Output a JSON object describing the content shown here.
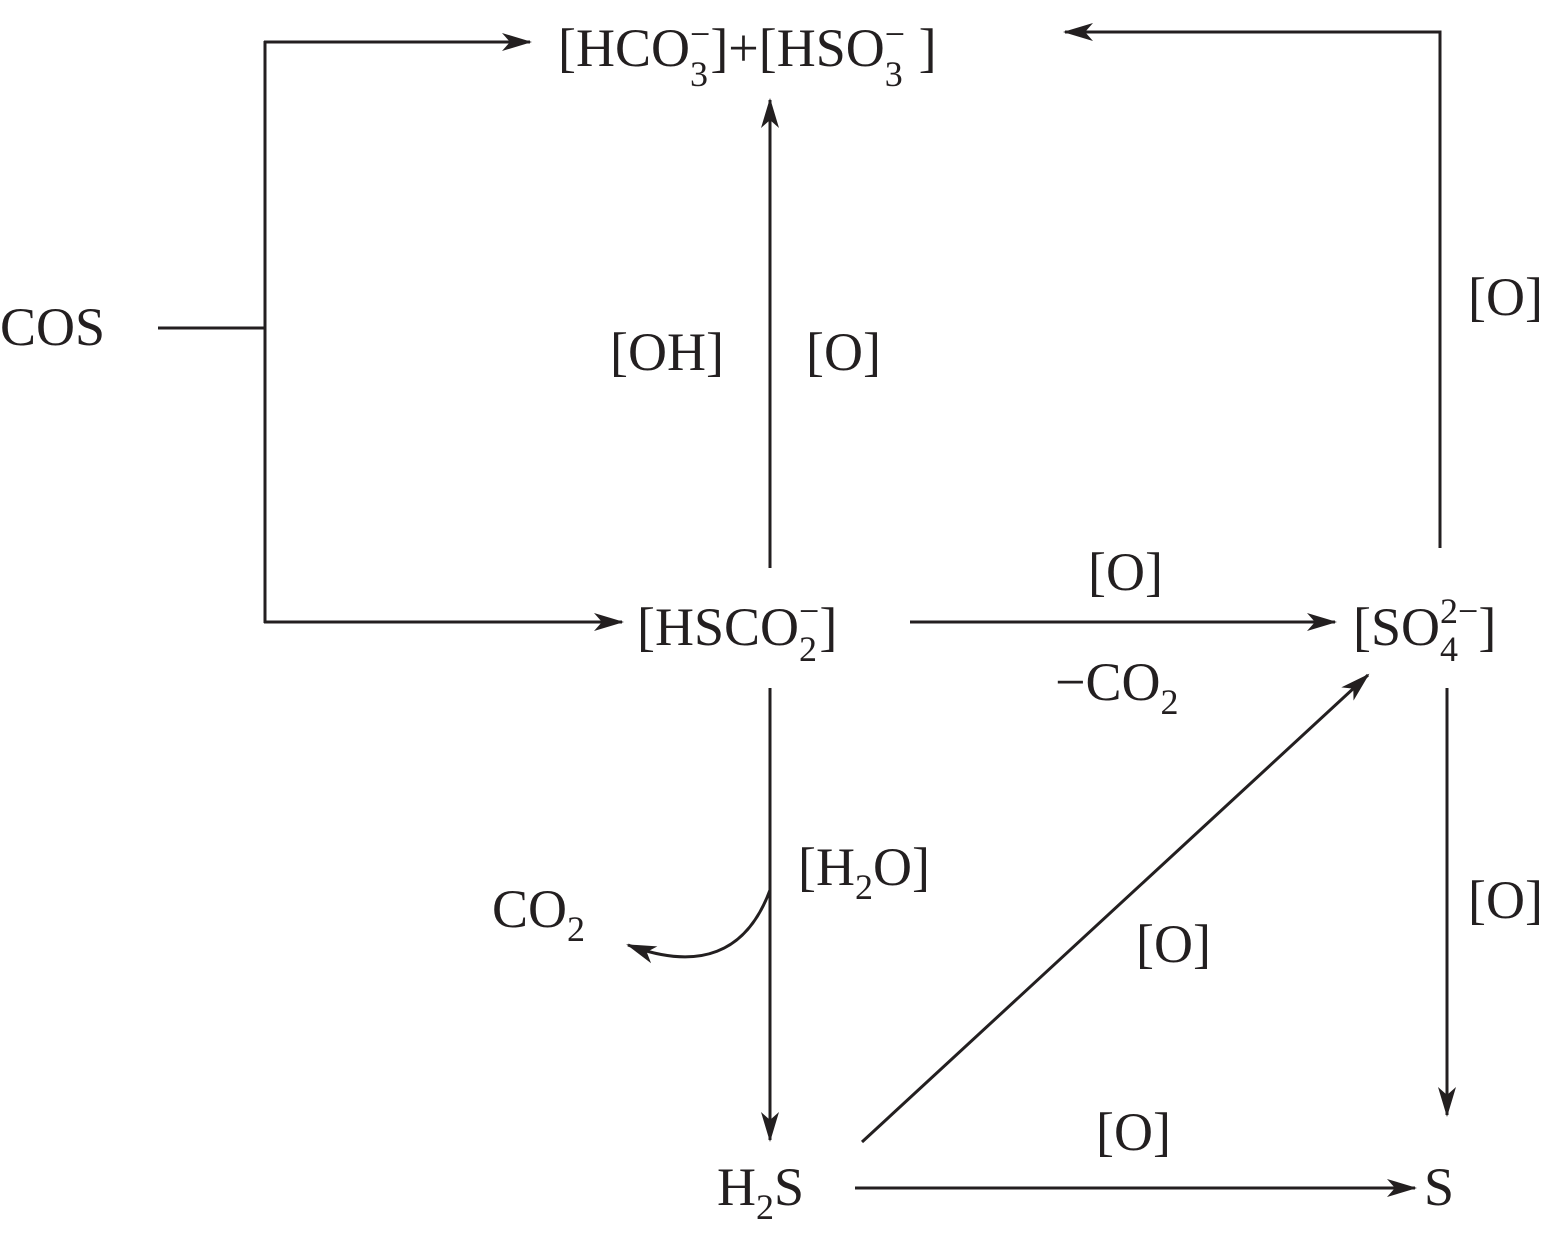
{
  "species": {
    "top": {
      "a": "[HCO",
      "a_sub": "3",
      "a_sup": "−",
      "b": "]+[HSO",
      "b_sub": "3",
      "b_sup": "−",
      "c": " ]"
    },
    "cos": "COS",
    "hsco2": {
      "a": "[HSCO",
      "sub": "2",
      "sup": "−",
      "b": "]"
    },
    "so4": {
      "a": "[SO",
      "sub": "4",
      "sup": "2−",
      "b": "]"
    },
    "co2": {
      "a": "CO",
      "sub": "2"
    },
    "h2s": {
      "a": "H",
      "sub": "2",
      "b": "S"
    },
    "s": "S"
  },
  "labels": {
    "oh": "[OH]",
    "o_vertical": "[O]",
    "o_right_top": "[O]",
    "o_horizontal": "[O]",
    "minus_co2": {
      "a": "−CO",
      "sub": "2"
    },
    "h2o": {
      "a": "[H",
      "sub": "2",
      "b": "O]"
    },
    "o_diagonal": "[O]",
    "o_right_bottom": "[O]",
    "o_bottom": "[O]"
  }
}
